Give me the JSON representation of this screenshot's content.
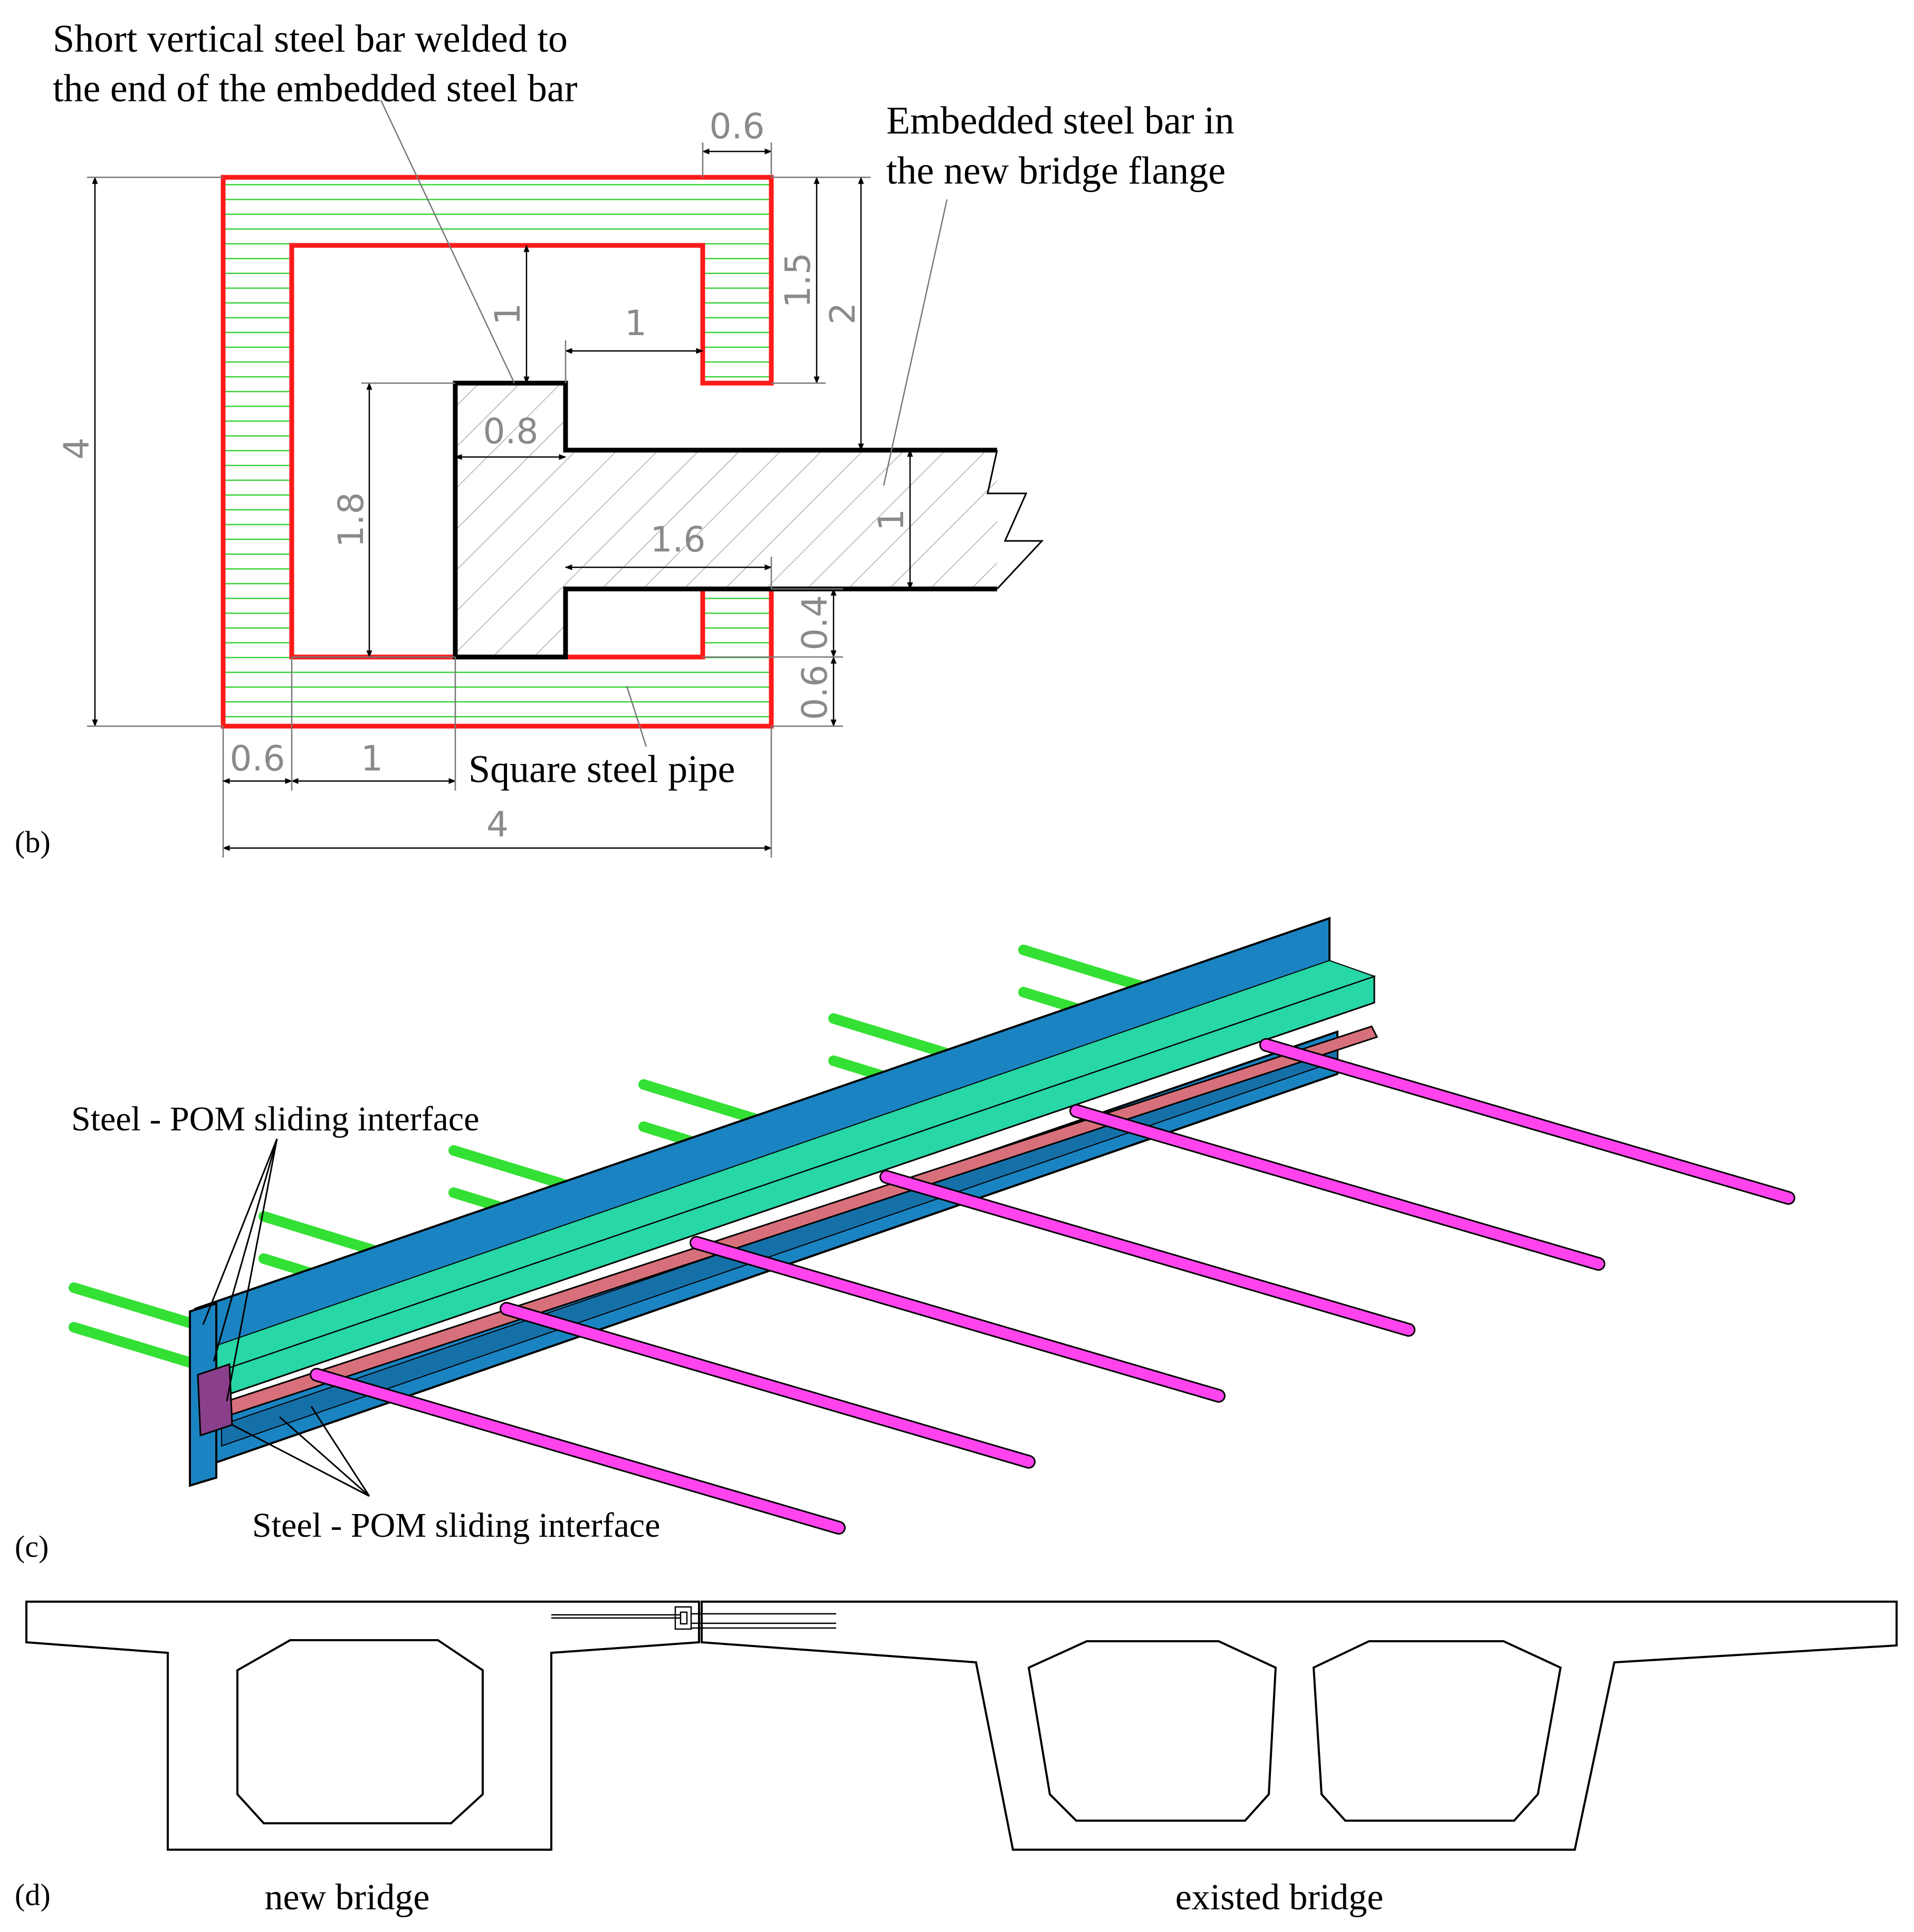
{
  "panel_b": {
    "label": "(b)",
    "callouts": {
      "short_bar_line1": "Short vertical steel bar welded to",
      "short_bar_line2": "the end of the embedded steel bar",
      "embedded_bar_line1": "Embedded steel bar in",
      "embedded_bar_line2": "the new bridge flange",
      "square_pipe": "Square steel pipe"
    },
    "dimensions": {
      "overall_height": "4",
      "overall_width": "4",
      "top_lip_width": "0.6",
      "lip_height": "1.5",
      "flange_depth": "2",
      "inner_gap_vertical": "1",
      "inner_gap_horizontal": "1",
      "head_width": "0.8",
      "head_height": "1.8",
      "bar_thickness": "1",
      "bar_length_inside": "1.6",
      "bottom_gap": "0.4",
      "bottom_wall": "0.6",
      "left_wall": "0.6",
      "left_clearance": "1"
    },
    "colors": {
      "pipe_outline": "#ff1a1a",
      "pipe_hatch": "#3ad13a",
      "bar_outline": "#000000",
      "bar_hatch": "#9a9a9a"
    }
  },
  "panel_c": {
    "label": "(c)",
    "callout_top": "Steel - POM sliding interface",
    "callout_bottom": "Steel - POM sliding interface",
    "colors": {
      "pipe_blue": "#1a84c2",
      "pipe_cyan": "#27d7a6",
      "pom_pink": "#d7707a",
      "new_bars": "#ff44ee",
      "old_bars": "#34e034",
      "end_face": "#8a3f8a"
    }
  },
  "panel_d": {
    "label": "(d)",
    "new_bridge": "new bridge",
    "existed_bridge": "existed bridge"
  }
}
